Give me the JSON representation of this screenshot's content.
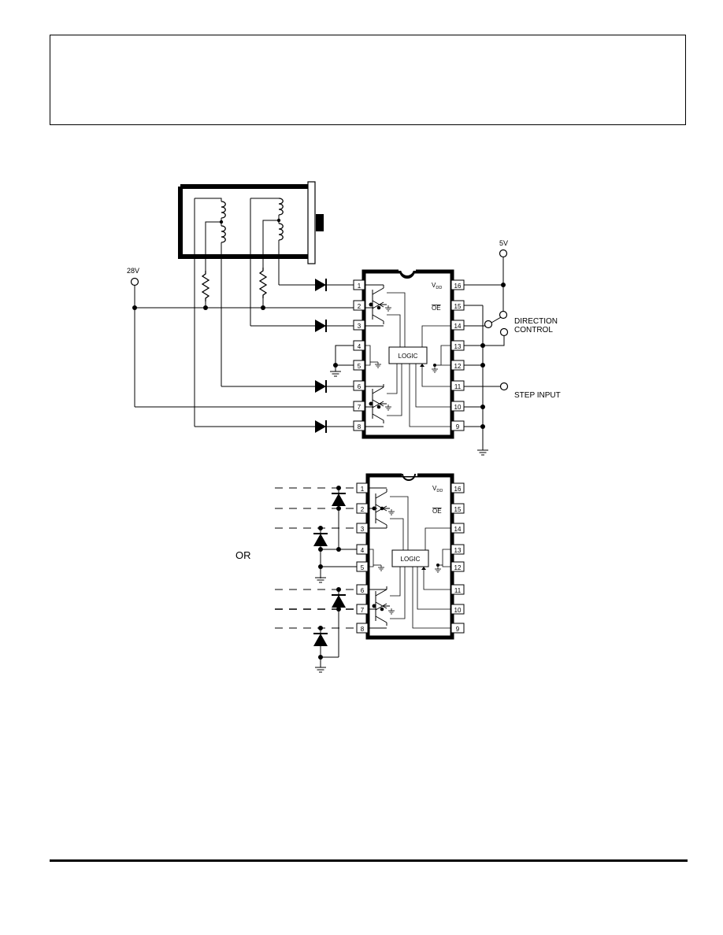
{
  "header_box": {},
  "main_circuit": {
    "supply_28v": "28V",
    "supply_5v": "5V",
    "direction_control_line1": "DIRECTION",
    "direction_control_line2": "CONTROL",
    "step_input": "STEP INPUT",
    "logic": "LOGIC",
    "vdd_main": "V",
    "vdd_sub": "DD",
    "oe": "OE",
    "pins_left": [
      "1",
      "2",
      "3",
      "4",
      "5",
      "6",
      "7",
      "8"
    ],
    "pins_right": [
      "16",
      "15",
      "14",
      "13",
      "12",
      "11",
      "10",
      "9"
    ]
  },
  "alt_circuit": {
    "or_label": "OR",
    "logic": "LOGIC",
    "vdd_main": "V",
    "vdd_sub": "DD",
    "oe": "OE",
    "pins_left": [
      "1",
      "2",
      "3",
      "4",
      "5",
      "6",
      "7",
      "8"
    ],
    "pins_right": [
      "16",
      "15",
      "14",
      "13",
      "12",
      "11",
      "10",
      "9"
    ]
  }
}
